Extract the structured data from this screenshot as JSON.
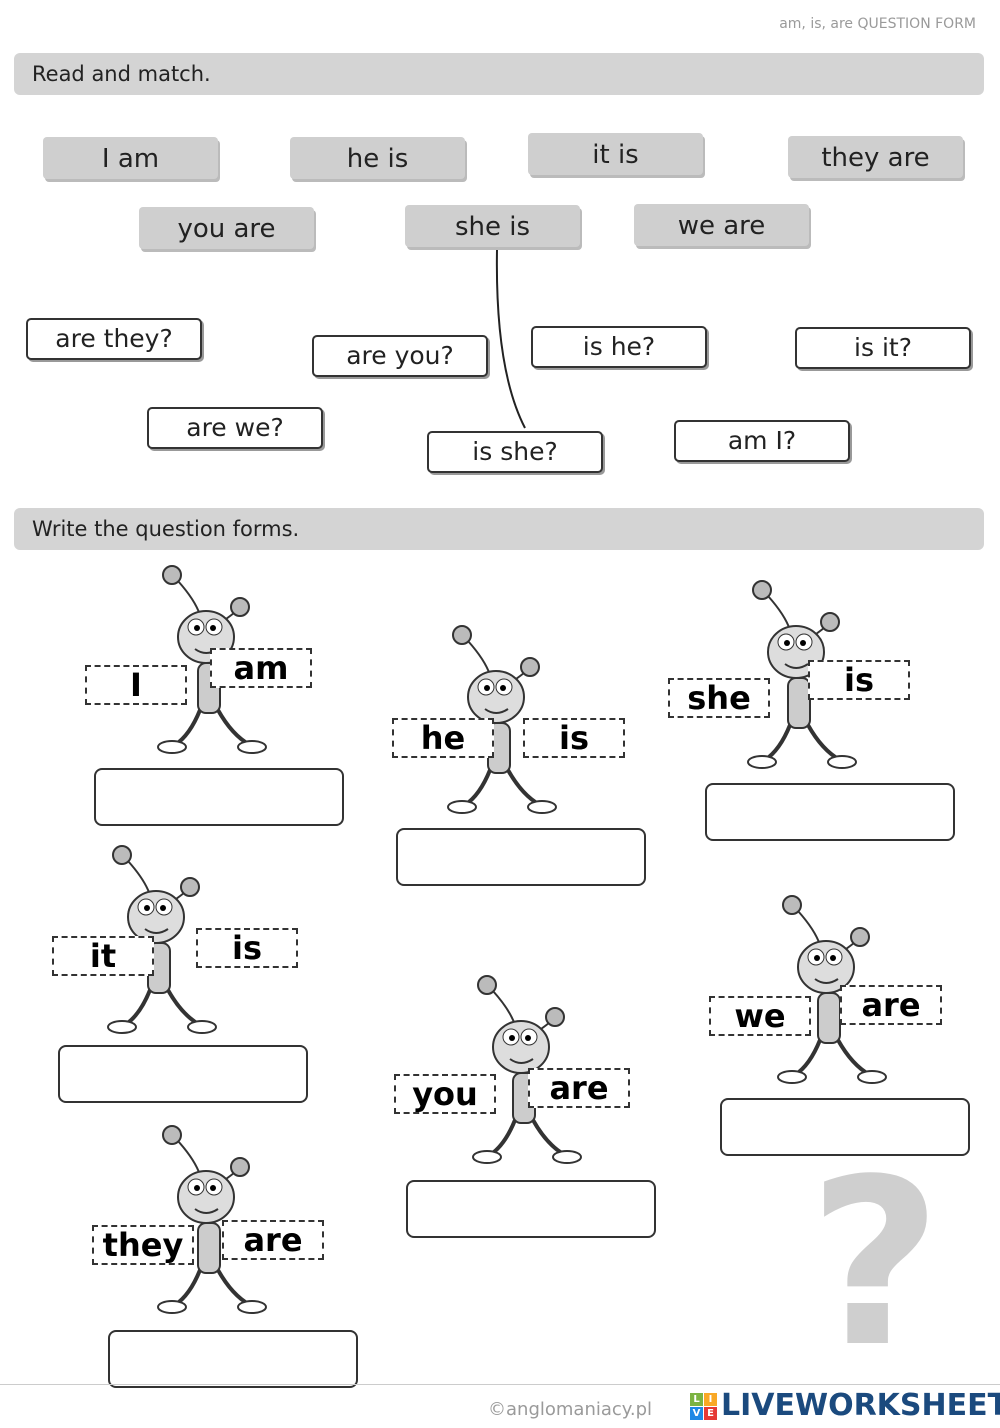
{
  "header": {
    "topic": "am, is, are QUESTION FORM"
  },
  "section1": {
    "title": "Read and match.",
    "statements": [
      "I am",
      "he is",
      "it is",
      "they are",
      "you are",
      "she is",
      "we are"
    ],
    "questions": [
      "are they?",
      "are you?",
      "is he?",
      "is it?",
      "are we?",
      "is she?",
      "am I?"
    ]
  },
  "section2": {
    "title": "Write the question forms.",
    "ants": [
      [
        "I",
        "am"
      ],
      [
        "he",
        "is"
      ],
      [
        "she",
        "is"
      ],
      [
        "it",
        "is"
      ],
      [
        "we",
        "are"
      ],
      [
        "you",
        "are"
      ],
      [
        "they",
        "are"
      ]
    ]
  },
  "footer": {
    "copyright": "©anglomaniacy.pl",
    "brand": "LIVEWORKSHEETS",
    "logo_letters": [
      "L",
      "I",
      "V",
      "E"
    ]
  },
  "decor": {
    "question_mark": "?"
  }
}
